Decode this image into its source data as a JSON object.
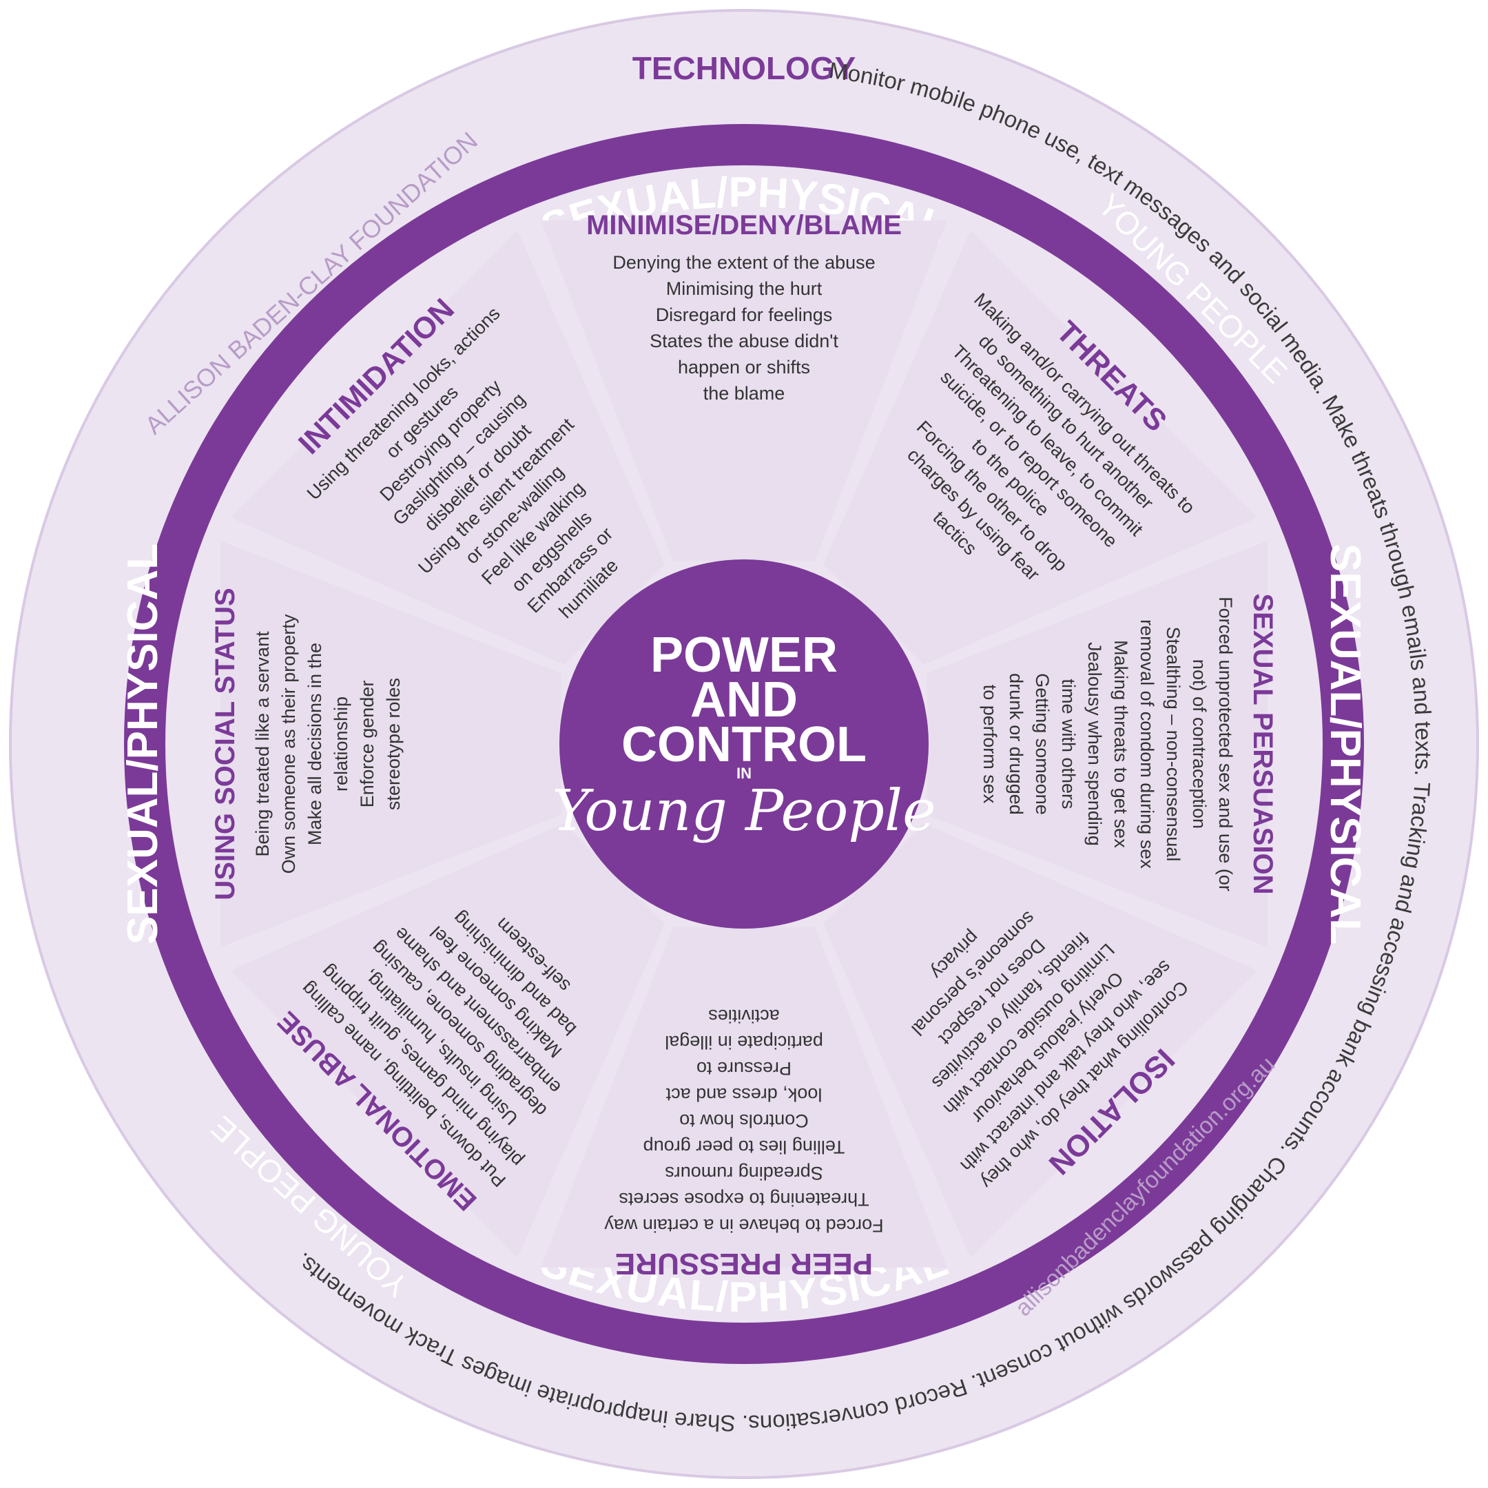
{
  "colors": {
    "purple": "#7b3a98",
    "lavender_light": "#ece4f1",
    "lavender_mid": "#d9c9e4",
    "credit": "#b79cc7"
  },
  "outer_ring": {
    "title": "TECHNOLOGY",
    "text": "Monitor mobile phone use, text messages and social media. Make threats through emails and texts. Tracking and accessing bank accounts. Changing passwords without consent. Record conversations. Share inappropriate images Track movements."
  },
  "band": {
    "top": "SEXUAL/PHYSICAL",
    "right": "SEXUAL/PHYSICAL",
    "bottom": "SEXUAL/PHYSICAL",
    "left": "SEXUAL/PHYSICAL"
  },
  "credits": {
    "foundation": "ALLISON BADEN-CLAY FOUNDATION",
    "young_people_top": "YOUNG PEOPLE",
    "young_people_bottom": "YOUNG PEOPLE",
    "website": "allisonbadenclayfoundation.org.au"
  },
  "center": {
    "line1": "POWER",
    "line2": "AND",
    "line3": "CONTROL",
    "in": "IN",
    "script": "Young People"
  },
  "sections": [
    {
      "heading": "MINIMISE/DENY/BLAME",
      "items": [
        "Denying the extent of the abuse",
        "Minimising the hurt",
        "Disregard for feelings",
        "States the abuse didn't",
        "happen or shifts",
        "the blame"
      ]
    },
    {
      "heading": "THREATS",
      "items": [
        "Making and/or carrying out threats to",
        "do something to hurt another",
        "Threatening to leave, to commit",
        "suicide, or to report someone",
        "to the police",
        "Forcing the other to drop",
        "charges by using fear",
        "tactics"
      ]
    },
    {
      "heading": "SEXUAL PERSUASION",
      "items": [
        "Forced unprotected sex and use (or",
        "not) of contraception",
        "Stealthing – non-consensual",
        "removal of condom during sex",
        "Making threats to get sex",
        "Jealousy when spending",
        "time with others",
        "Getting someone",
        "drunk or drugged",
        "to perform sex"
      ]
    },
    {
      "heading": "ISOLATION",
      "items": [
        "Controlling what they do, who they",
        "see, who they talk and interact with",
        "Overly jealous behaviour",
        "Limiting outside contact with",
        "friends, family or activities",
        "Does not respect",
        "someone's personal",
        "privacy"
      ]
    },
    {
      "heading": "PEER PRESSURE",
      "items": [
        "Forced to behave in a certain way",
        "Threatening to expose secrets",
        "Spreading rumours",
        "Telling lies to peer group",
        "Controls how to",
        "look, dress and act",
        "Pressure to",
        "participate in illegal",
        "activities"
      ]
    },
    {
      "heading": "EMOTIONAL ABUSE",
      "items": [
        "Put downs, belittling, name calling",
        "playing mind games, guilt tripping",
        "Using insults, humiliating,",
        "degrading someone, causing",
        "embarrassment and shame",
        "Making someone feel",
        "bad and diminishing",
        "self-esteem"
      ]
    },
    {
      "heading": "USING SOCIAL STATUS",
      "items": [
        "Being treated like a servant",
        "Own someone as their property",
        "Make all decisions in the",
        "relationship",
        "Enforce gender",
        "stereotype roles"
      ]
    },
    {
      "heading": "INTIMIDATION",
      "items": [
        "Using threatening looks, actions",
        "or gestures",
        "Destroying property",
        "Gaslighting – causing",
        "disbelief or doubt",
        "Using the silent treatment",
        "or stone-walling",
        "Feel like walking",
        "on eggshells",
        "Embarrass or",
        "humiliate"
      ]
    }
  ]
}
